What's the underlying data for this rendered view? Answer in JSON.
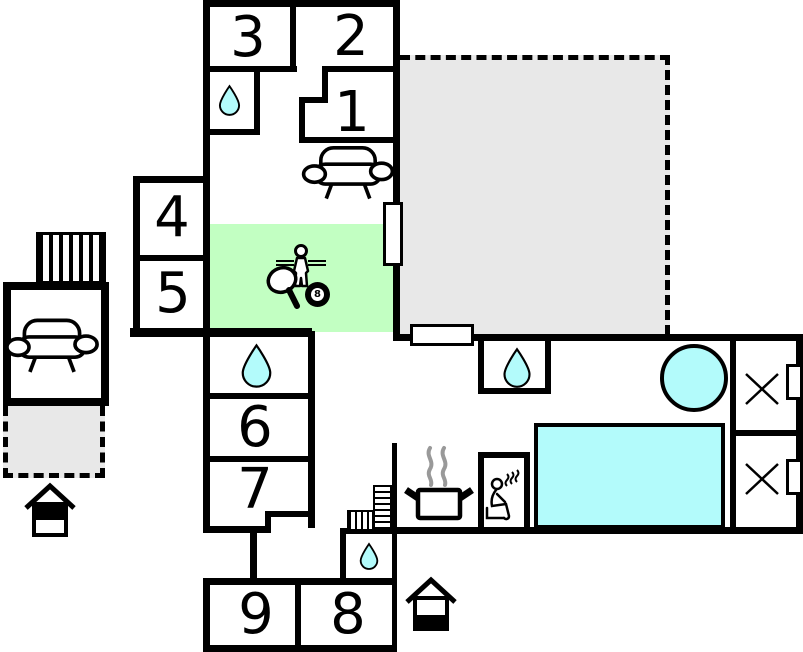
{
  "rooms": [
    {
      "id": "room-1",
      "label": "1"
    },
    {
      "id": "room-2",
      "label": "2"
    },
    {
      "id": "room-3",
      "label": "3"
    },
    {
      "id": "room-4",
      "label": "4"
    },
    {
      "id": "room-5",
      "label": "5"
    },
    {
      "id": "room-6",
      "label": "6"
    },
    {
      "id": "room-7",
      "label": "7"
    },
    {
      "id": "room-8",
      "label": "8"
    },
    {
      "id": "room-9",
      "label": "9"
    }
  ],
  "billiard_ball": {
    "label": "8"
  },
  "colors": {
    "wall": "#000000",
    "water": "#b3fbfb",
    "game_area": "#c2ffc2",
    "terrace": "#e8e8e8",
    "steam": "#999999"
  },
  "icons": [
    "water-drop",
    "sofa",
    "stairs",
    "pool",
    "hot-tub",
    "sauna",
    "cooking-pot",
    "table-tennis-paddle",
    "billiard-8-ball",
    "foosball-player",
    "entrance-house",
    "x-mark"
  ]
}
